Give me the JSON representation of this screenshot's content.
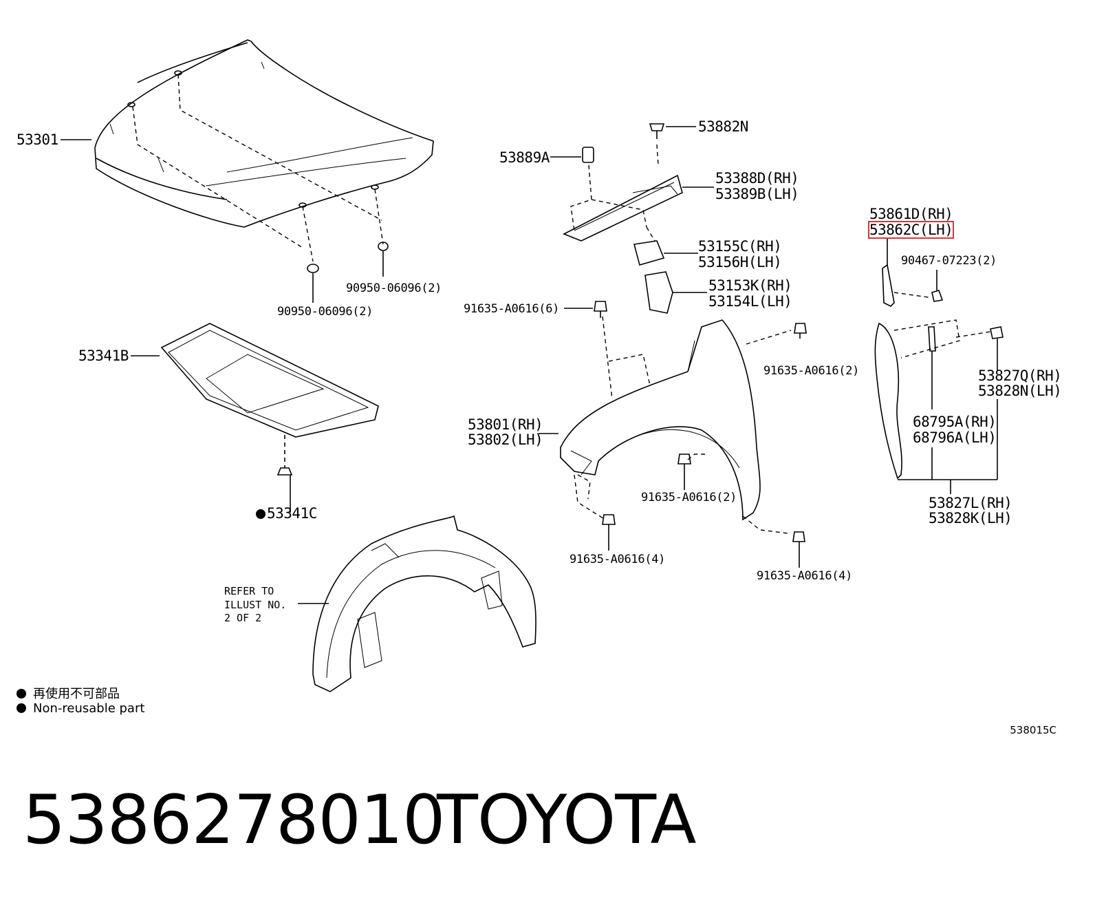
{
  "parts": {
    "hood": "53301",
    "hood_insulator": "53341B",
    "insulator_clip": "53341C",
    "hood_cushion_center": "90950-06096(2)",
    "hood_cushion_left": "90950-06096(2)",
    "bumper_stopper": "53889A",
    "clip_top": "53882N",
    "seal_rh": "53388D(RH)",
    "seal_lh": "53389B(LH)",
    "bracket_a_rh": "53155C(RH)",
    "bracket_a_lh": "53156H(LH)",
    "bracket_b_rh": "53153K(RH)",
    "bracket_b_lh": "53154L(LH)",
    "bolt_6": "91635-A0616(6)",
    "bolt_fender_top": "91635-A0616(2)",
    "fender_rh": "53801(RH)",
    "fender_lh": "53802(LH)",
    "bolt_mid": "91635-A0616(2)",
    "bolt_bottom_left": "91635-A0616(4)",
    "bolt_bottom_right": "91635-A0616(4)",
    "liner_rh": "53861D(RH)",
    "liner_lh_highlighted": "53862C(LH)",
    "screw": "90467-07223(2)",
    "seal_r_rh": "53827Q(RH)",
    "seal_r_lh": "53828N(LH)",
    "cover_rh": "68795A(RH)",
    "cover_lh": "68796A(LH)",
    "seal_set_rh": "53827L(RH)",
    "seal_set_lh": "53828K(LH)"
  },
  "refer_note": [
    "REFER TO",
    "ILLUST NO.",
    "2 OF 2"
  ],
  "legend": {
    "zh": "再使用不可部品",
    "en": "Non-reusable part"
  },
  "catalog_id": "538015C",
  "footer": {
    "part_number": "5386278010",
    "brand": "TOYOTA"
  },
  "colors": {
    "highlight": "#d9333a",
    "ink": "#000000"
  }
}
